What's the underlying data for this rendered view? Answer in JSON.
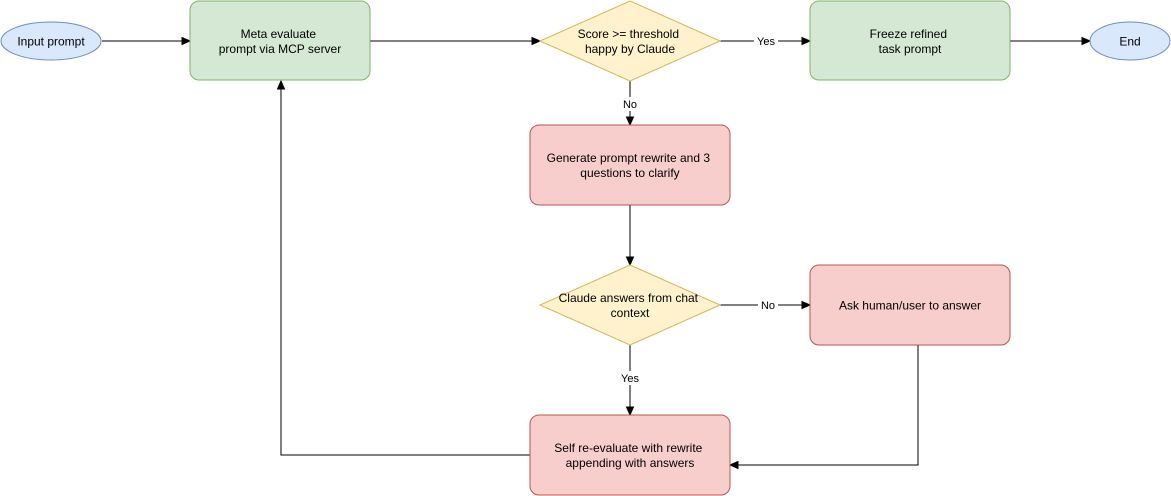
{
  "colors": {
    "ellipse_fill": "#dae8fc",
    "ellipse_stroke": "#6c8ebf",
    "green_fill": "#d5e8d4",
    "green_stroke": "#82b366",
    "red_fill": "#f8cecc",
    "red_stroke": "#b85450",
    "diamond_fill": "#fff2cc",
    "diamond_stroke": "#d6b656",
    "edge": "#000000"
  },
  "nodes": {
    "input_prompt": {
      "lines": [
        "Input prompt"
      ]
    },
    "meta_evaluate": {
      "lines": [
        "Meta evaluate",
        "prompt via MCP server"
      ]
    },
    "score_threshold": {
      "lines": [
        "Score >= threshold",
        "happy by Claude"
      ]
    },
    "freeze_prompt": {
      "lines": [
        "Freeze refined",
        "task prompt"
      ]
    },
    "end": {
      "lines": [
        "End"
      ]
    },
    "generate_rewrite": {
      "lines": [
        "Generate prompt rewrite and 3",
        "questions to clarify"
      ]
    },
    "claude_answers": {
      "lines": [
        "Claude answers from chat",
        "context"
      ]
    },
    "ask_human": {
      "lines": [
        "Ask human/user to answer"
      ]
    },
    "self_reevaluate": {
      "lines": [
        "Self re-evaluate with rewrite",
        "appending with answers"
      ]
    }
  },
  "edges": {
    "score_yes": "Yes",
    "score_no": "No",
    "answers_no": "No",
    "answers_yes": "Yes"
  }
}
